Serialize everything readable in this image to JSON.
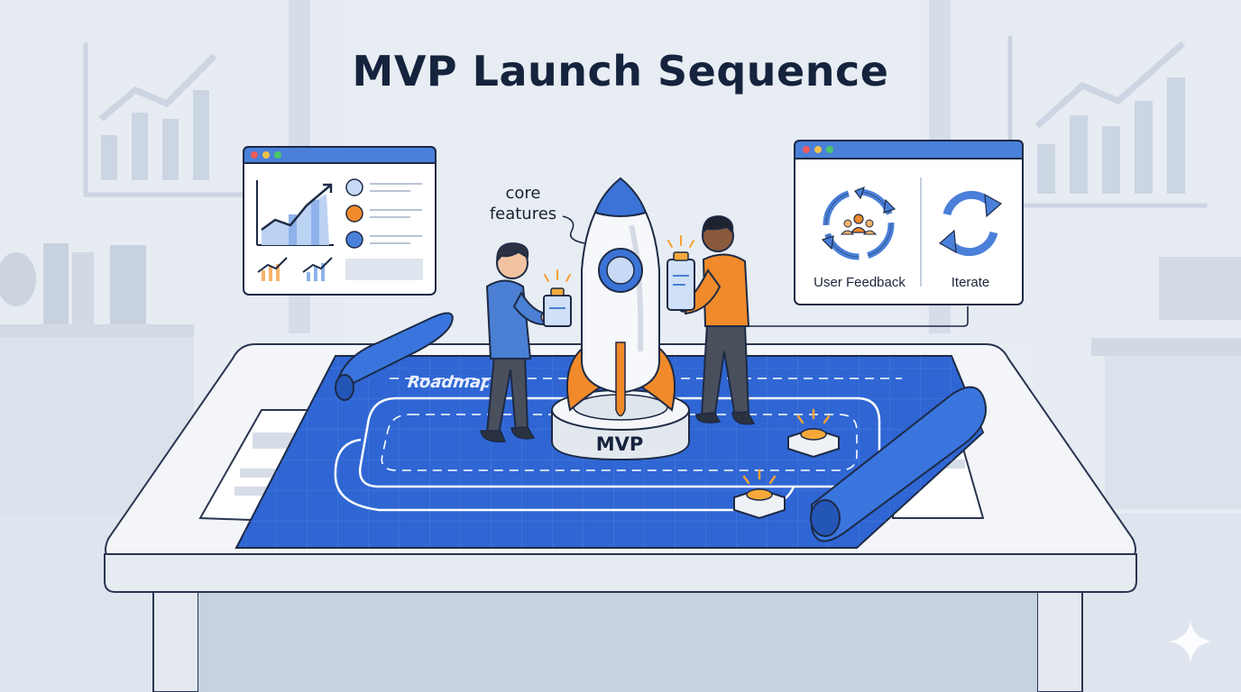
{
  "title": "MVP Launch Sequence",
  "callout": {
    "line1": "core",
    "line2": "features"
  },
  "feedback_window": {
    "labels": [
      "User Feedback",
      "Iterate"
    ]
  },
  "roadmap_label": "Roadmap",
  "pedestal_label": "MVP",
  "colors": {
    "blueprint": "#2f66d4",
    "accent_blue": "#4a80d9",
    "accent_orange": "#f08a2a",
    "title": "#16233d",
    "background": "#e9eef5"
  },
  "icons": [
    "window-dots-icon",
    "growth-chart-icon",
    "feedback-cycle-icon",
    "iterate-arrows-icon",
    "rocket-icon",
    "sparkle-icon"
  ]
}
